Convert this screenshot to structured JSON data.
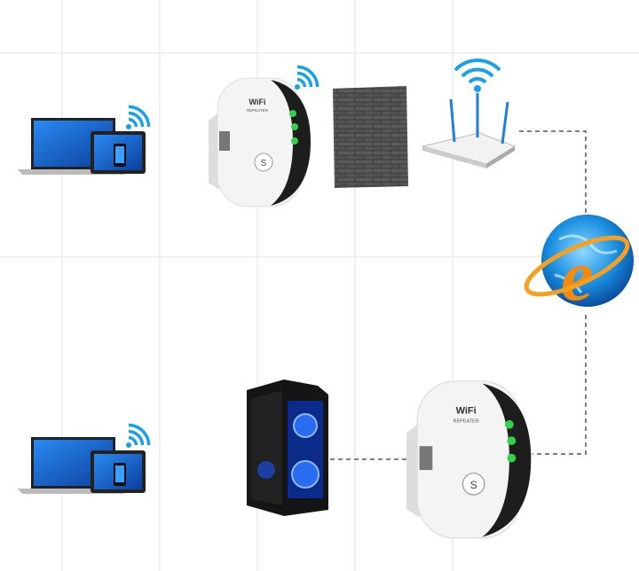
{
  "diagram": {
    "repeater_logo_text": [
      "WiFi",
      "REPEATER"
    ],
    "nodes": [
      {
        "id": "laptop-top",
        "icon": "laptop-tablet-icon"
      },
      {
        "id": "repeater-top",
        "icon": "wifi-repeater-icon"
      },
      {
        "id": "wall",
        "icon": "brick-wall-icon"
      },
      {
        "id": "router",
        "icon": "router-icon"
      },
      {
        "id": "internet",
        "icon": "internet-globe-icon"
      },
      {
        "id": "repeater-bottom",
        "icon": "wifi-repeater-icon"
      },
      {
        "id": "pc",
        "icon": "desktop-tower-icon"
      },
      {
        "id": "laptop-bottom",
        "icon": "laptop-tablet-icon"
      }
    ],
    "links": [
      {
        "from": "router",
        "to": "internet",
        "style": "dashed"
      },
      {
        "from": "internet",
        "to": "repeater-bottom",
        "style": "dashed"
      },
      {
        "from": "pc",
        "to": "repeater-bottom",
        "style": "dashed"
      }
    ],
    "colors": {
      "screen": "#1f6fd6",
      "led": "#35d04a",
      "globe": "#1a8fe0",
      "e_logo": "#f08a10",
      "dash": "#555555"
    }
  }
}
